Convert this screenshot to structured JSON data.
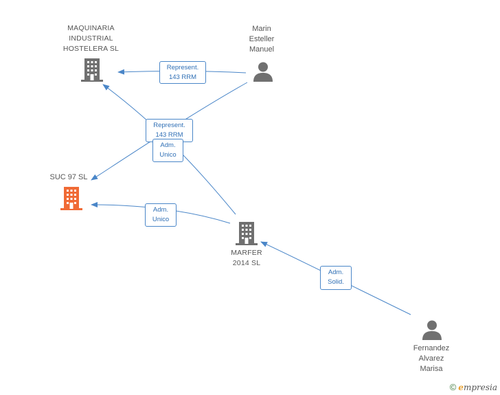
{
  "colors": {
    "edge": "#4a86c8",
    "node_gray": "#707070",
    "node_highlight": "#f06a35",
    "label_text": "#555555"
  },
  "nodes": {
    "maquinaria": {
      "label": "MAQUINARIA\nINDUSTRIAL\nHOSTELERA SL",
      "icon": "building-icon"
    },
    "marin": {
      "label": "Marin\nEsteller\nManuel",
      "icon": "person-icon"
    },
    "suc97": {
      "label": "SUC 97 SL",
      "icon": "building-icon"
    },
    "marfer": {
      "label": "MARFER\n2014  SL",
      "icon": "building-icon"
    },
    "fernandez": {
      "label": "Fernandez\nAlvarez\nMarisa",
      "icon": "person-icon"
    }
  },
  "edges": {
    "e1": "Represent.\n143 RRM",
    "e2": "Represent.\n143 RRM",
    "e3": "Adm.\nUnico",
    "e4": "Adm.\nUnico",
    "e5": "Adm.\nSolid."
  },
  "brand": {
    "copyright": "©",
    "logo_first": "e",
    "logo_rest": "mpresia"
  }
}
